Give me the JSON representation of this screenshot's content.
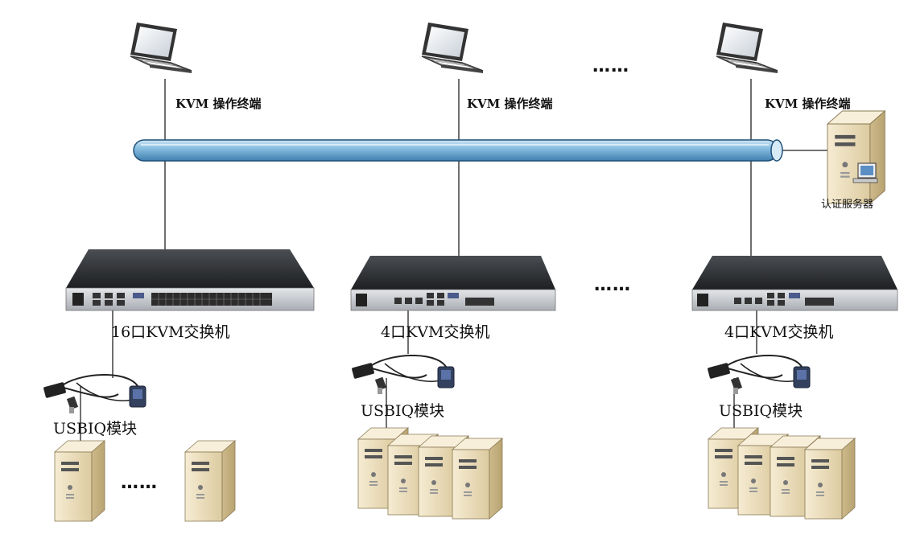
{
  "diagram": {
    "title": "KVM network topology",
    "terminals": [
      {
        "label": "KVM 操作终端",
        "icon": "laptop-icon"
      },
      {
        "label": "KVM 操作终端",
        "icon": "laptop-icon"
      },
      {
        "label": "KVM 操作终端",
        "icon": "laptop-icon"
      }
    ],
    "ellipsis": "……",
    "network_bus": {
      "label": "",
      "color": "#7fb6d9"
    },
    "auth_server": {
      "label": "认证服务器",
      "icon": "server-tower-icon"
    },
    "switches": [
      {
        "label": "16口KVM交换机",
        "ports": 16,
        "icon": "kvm-switch-icon"
      },
      {
        "label": "4口KVM交换机",
        "ports": 4,
        "icon": "kvm-switch-icon"
      },
      {
        "label": "4口KVM交换机",
        "ports": 4,
        "icon": "kvm-switch-icon"
      }
    ],
    "modules": [
      {
        "label": "USBIQ模块",
        "icon": "usb-vga-cable-icon"
      },
      {
        "label": "USBIQ模块",
        "icon": "usb-vga-cable-icon"
      },
      {
        "label": "USBIQ模块",
        "icon": "usb-vga-cable-icon"
      }
    ],
    "server_groups": [
      {
        "count": 2,
        "has_ellipsis": true,
        "icon": "server-tower-icon"
      },
      {
        "count": 4,
        "has_ellipsis": false,
        "icon": "server-tower-icon"
      },
      {
        "count": 4,
        "has_ellipsis": false,
        "icon": "server-tower-icon"
      }
    ],
    "colors": {
      "bus_fill": "#8fc3e3",
      "bus_stroke": "#1f4f78",
      "switch_top": "#2a2c30",
      "switch_front": "#c9ccd1",
      "server_beige": "#efe2c2",
      "line": "#222222"
    }
  }
}
